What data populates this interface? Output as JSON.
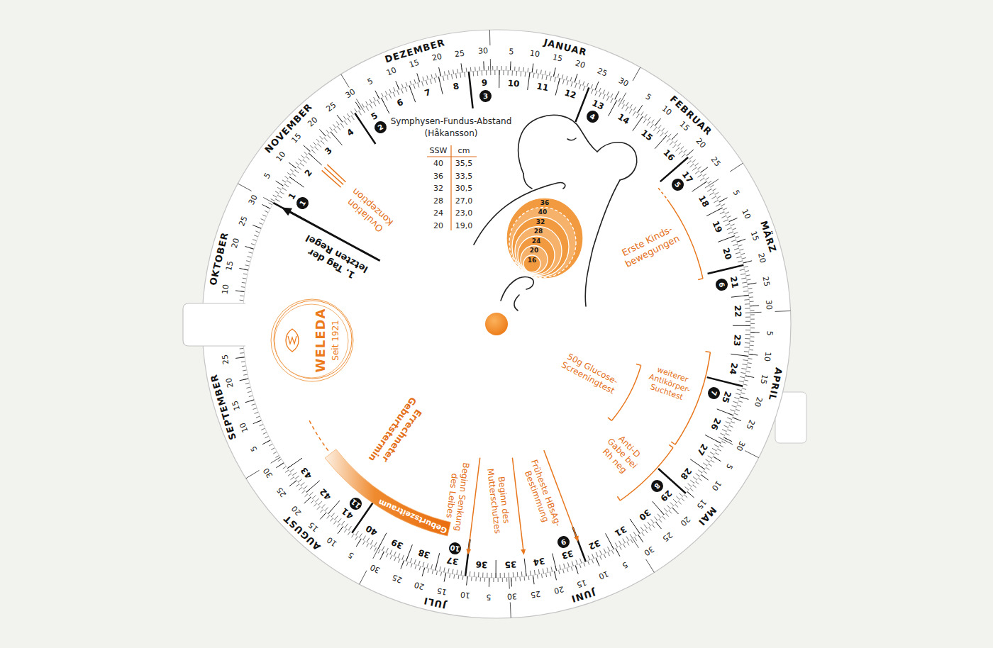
{
  "diagram": {
    "nodes": [
      {
        "text": [
          "WELEDA",
          "Seit 1921"
        ]
      },
      {
        "text": [
          "Geburtszeitraum"
        ]
      },
      {
        "text": [
          "1"
        ]
      },
      {
        "text": [
          "2"
        ]
      },
      {
        "text": [
          "3"
        ]
      },
      {
        "text": [
          "4"
        ]
      },
      {
        "text": [
          "5"
        ]
      },
      {
        "text": [
          "6"
        ]
      },
      {
        "text": [
          "7"
        ]
      },
      {
        "text": [
          "8"
        ]
      },
      {
        "text": [
          "9"
        ]
      },
      {
        "text": [
          "10"
        ]
      },
      {
        "text": [
          "11"
        ]
      }
    ],
    "labels": [
      "1. Tag der letzten Regel",
      "Ovulation Konzeption",
      "Symphysen-Fundus-Abstand (Håkansson)",
      "SSW",
      "cm",
      "40",
      "35,5",
      "36",
      "33,5",
      "32",
      "30,5",
      "28",
      "27,0",
      "24",
      "23,0",
      "20",
      "19,0",
      "36",
      "40",
      "32",
      "28",
      "24",
      "20",
      "16",
      "Erste Kinds- bewegungen",
      "50g Glucose- Screeningtest",
      "weiterer Antikörper- Suchtest",
      "Anti-D Gabe bei Rh neg",
      "Früheste HBsAg- Bestimmung",
      "Beginn des Mutterschutzes",
      "Beginn Senkung des Leibes",
      "Errechneter Geburtstermin",
      "NOVEMBER",
      "5",
      "10",
      "15",
      "20",
      "25",
      "30",
      "DEZEMBER",
      "5",
      "10",
      "15",
      "20",
      "25",
      "30",
      "JANUAR",
      "5",
      "10",
      "15",
      "20",
      "25",
      "30",
      "FEBRUAR",
      "5",
      "10",
      "15",
      "20",
      "25",
      "MÄRZ",
      "5",
      "10",
      "15",
      "20",
      "25",
      "30",
      "APRIL",
      "5",
      "10",
      "15",
      "20",
      "25",
      "30",
      "MAI",
      "5",
      "10",
      "15",
      "20",
      "25",
      "30",
      "JUNI",
      "5",
      "10",
      "15",
      "20",
      "25",
      "30",
      "JULI",
      "5",
      "10",
      "15",
      "20",
      "25",
      "30",
      "AUGUST",
      "5",
      "10",
      "15",
      "20",
      "25",
      "30",
      "SEPTEMBER",
      "5",
      "10",
      "15",
      "20",
      "25",
      "OKTOBER",
      "10",
      "15",
      "20",
      "25",
      "30",
      "1",
      "2",
      "3",
      "4",
      "5",
      "6",
      "7",
      "8",
      "9",
      "10",
      "11",
      "12",
      "13",
      "14",
      "15",
      "16",
      "17",
      "18",
      "19",
      "20",
      "21",
      "22",
      "23",
      "24",
      "25",
      "26",
      "27",
      "28",
      "29",
      "30",
      "31",
      "32",
      "33",
      "34",
      "35",
      "36",
      "37",
      "38",
      "39",
      "40",
      "41",
      "42",
      "43"
    ]
  }
}
